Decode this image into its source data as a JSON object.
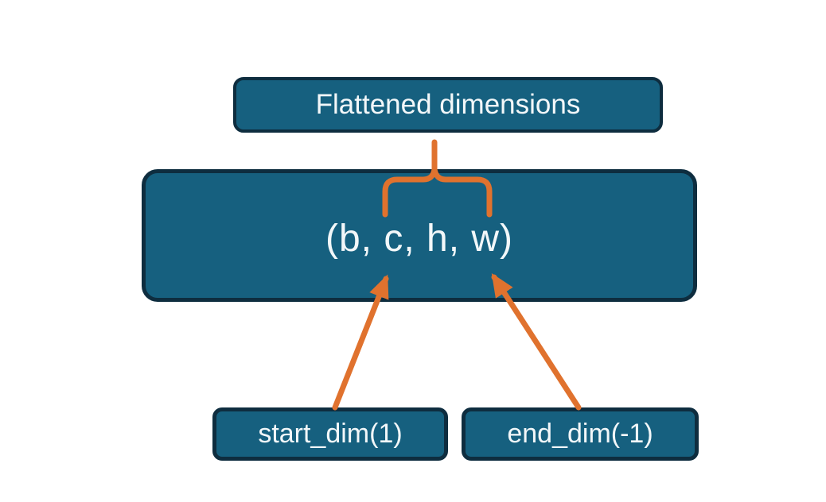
{
  "colors": {
    "node_fill": "#16607F",
    "node_border": "#0E2D3F",
    "connector": "#E0722E",
    "label_text": "#F2F7F9",
    "background": "#FFFFFF"
  },
  "diagram": {
    "top_node": {
      "label": "Flattened dimensions"
    },
    "main_node": {
      "label": "(b, c, h, w)"
    },
    "bottom_left_node": {
      "label": "start_dim(1)"
    },
    "bottom_right_node": {
      "label": "end_dim(-1)"
    },
    "connectors": {
      "brace": {
        "type": "curly-brace",
        "from": "top_node",
        "spans": "c, h"
      },
      "left_arrow": {
        "type": "arrow",
        "from": "bottom_left_node",
        "points_to": "c"
      },
      "right_arrow": {
        "type": "arrow",
        "from": "bottom_right_node",
        "points_to": "w"
      }
    }
  }
}
